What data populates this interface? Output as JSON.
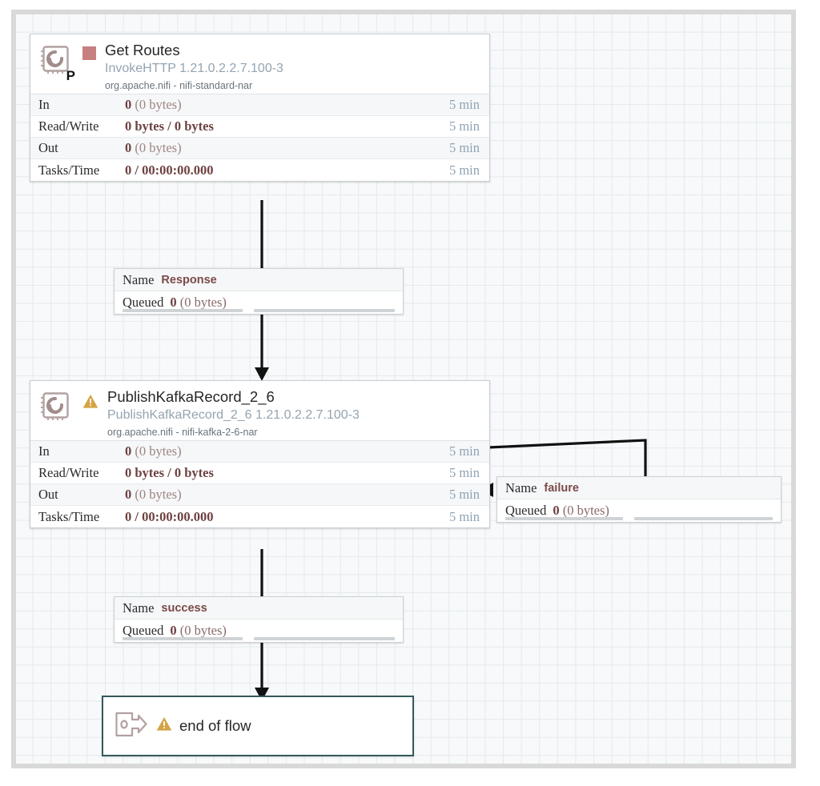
{
  "canvas": {
    "background_color": "#f7f9fa",
    "grid_color": "#e4eaec",
    "frame_color": "#d9d9d9"
  },
  "colors": {
    "stopped_red": "#c87f7f",
    "warning_amber": "#d4a344",
    "port_border_teal": "#34595c",
    "type_text": "#93a4b1",
    "value_text": "#6e4141",
    "time_text": "#8fa3b4"
  },
  "components": {
    "get_routes": {
      "name": "Get Routes",
      "type": "InvokeHTTP 1.21.0.2.2.7.100-3",
      "bundle": "org.apache.nifi - nifi-standard-nar",
      "icon": "processor-icon",
      "badge": "P",
      "status_icon": "stop-square-icon",
      "stats": [
        {
          "label": "In",
          "value": "0",
          "detail": "(0 bytes)",
          "time": "5 min",
          "bold_detail": false
        },
        {
          "label": "Read/Write",
          "value": "0 bytes / 0 bytes",
          "detail": "",
          "time": "5 min",
          "bold_detail": true
        },
        {
          "label": "Out",
          "value": "0",
          "detail": "(0 bytes)",
          "time": "5 min",
          "bold_detail": false
        },
        {
          "label": "Tasks/Time",
          "value": "0 / 00:00:00.000",
          "detail": "",
          "time": "5 min",
          "bold_detail": true
        }
      ]
    },
    "publish_kafka": {
      "name": "PublishKafkaRecord_2_6",
      "type": "PublishKafkaRecord_2_6 1.21.0.2.2.7.100-3",
      "bundle": "org.apache.nifi - nifi-kafka-2-6-nar",
      "icon": "processor-icon",
      "badge": "",
      "status_icon": "warning-triangle-icon",
      "stats": [
        {
          "label": "In",
          "value": "0",
          "detail": "(0 bytes)",
          "time": "5 min",
          "bold_detail": false
        },
        {
          "label": "Read/Write",
          "value": "0 bytes / 0 bytes",
          "detail": "",
          "time": "5 min",
          "bold_detail": true
        },
        {
          "label": "Out",
          "value": "0",
          "detail": "(0 bytes)",
          "time": "5 min",
          "bold_detail": false
        },
        {
          "label": "Tasks/Time",
          "value": "0 / 00:00:00.000",
          "detail": "",
          "time": "5 min",
          "bold_detail": true
        }
      ]
    },
    "end_of_flow": {
      "label": "end of flow",
      "icon": "output-port-icon",
      "status_icon": "warning-triangle-icon"
    }
  },
  "connections": {
    "response": {
      "name_key": "Name",
      "name_value": "Response",
      "queued_key": "Queued",
      "queued_count": "0",
      "queued_size": "(0 bytes)"
    },
    "failure": {
      "name_key": "Name",
      "name_value": "failure",
      "queued_key": "Queued",
      "queued_count": "0",
      "queued_size": "(0 bytes)"
    },
    "success": {
      "name_key": "Name",
      "name_value": "success",
      "queued_key": "Queued",
      "queued_count": "0",
      "queued_size": "(0 bytes)"
    }
  }
}
